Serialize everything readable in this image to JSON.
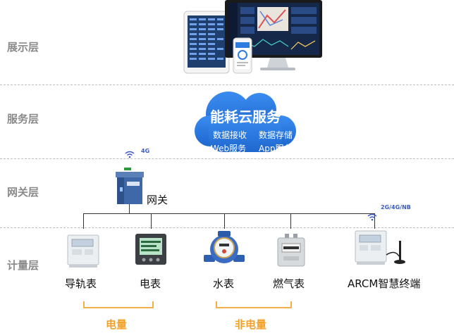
{
  "layers": {
    "display": "展示层",
    "service": "服务层",
    "gateway": "网关层",
    "metering": "计量层"
  },
  "cloud": {
    "title": "能耗云服务",
    "services": [
      "数据接收",
      "数据存储",
      "Web服务",
      "App服务"
    ]
  },
  "gateway": {
    "label": "网关",
    "signal": "4G"
  },
  "devices": [
    {
      "label": "导轨表"
    },
    {
      "label": "电表"
    },
    {
      "label": "水表"
    },
    {
      "label": "燃气表"
    },
    {
      "label": "ARCM智慧终端",
      "signal": "2G/4G/NB"
    }
  ],
  "categories": {
    "electric": "电量",
    "non_electric": "非电量"
  },
  "colors": {
    "cloud": "#2e7be0",
    "accent": "#f2a028",
    "signal": "#3b5bc4"
  }
}
